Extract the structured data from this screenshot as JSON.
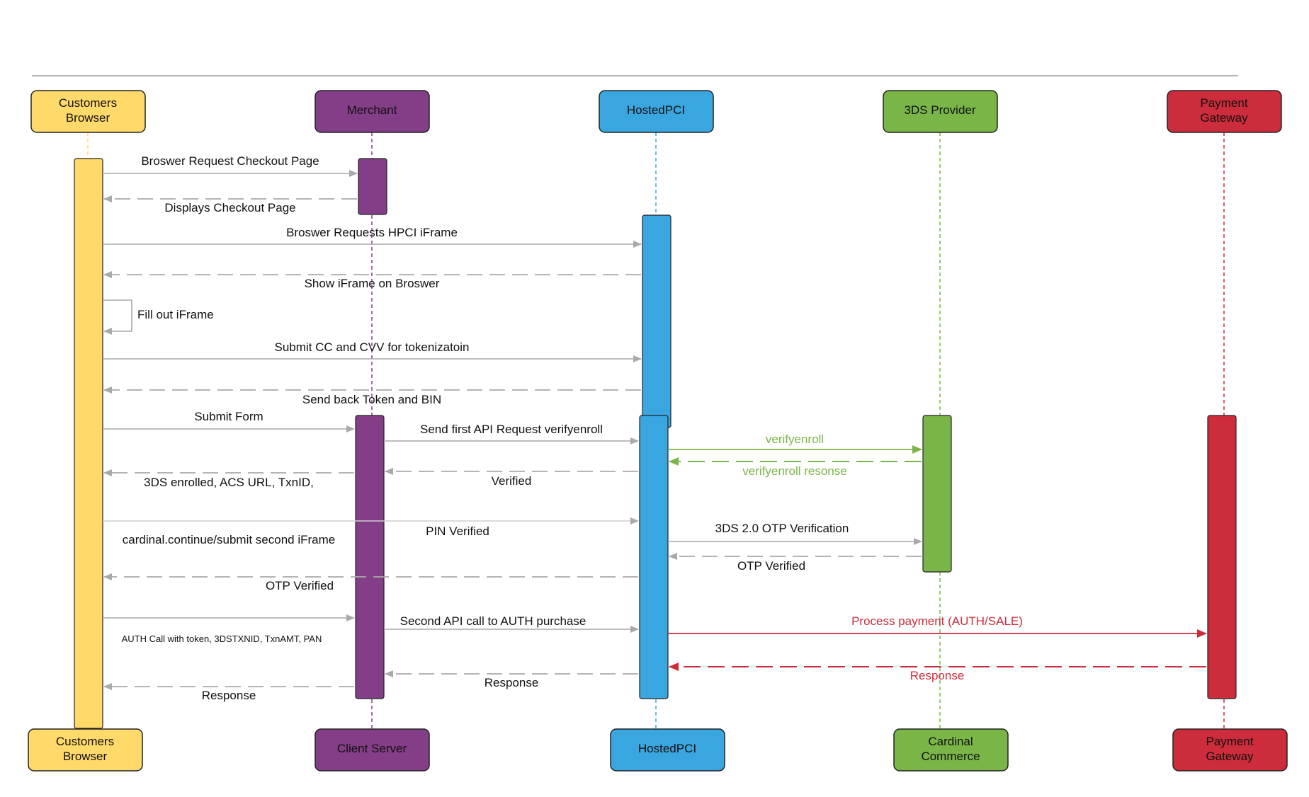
{
  "colors": {
    "browser": "#FFDA6B",
    "merchant": "#843E87",
    "hostedpci": "#3AA6DF",
    "threeds": "#7AB547",
    "gateway": "#CC2C3B",
    "arrow_gray": "#a9a9a9",
    "text": "#111111"
  },
  "participants": {
    "browser_top_line1": "Customers",
    "browser_top_line2": "Browser",
    "merchant_top": "Merchant",
    "hostedpci_top": "HostedPCI",
    "threeds_top": "3DS Provider",
    "gateway_top_line1": "Payment",
    "gateway_top_line2": "Gateway",
    "browser_bottom_line1": "Customers",
    "browser_bottom_line2": "Browser",
    "merchant_bottom": "Client Server",
    "hostedpci_bottom": "HostedPCI",
    "threeds_bottom_line1": "Cardinal",
    "threeds_bottom_line2": "Commerce",
    "gateway_bottom_line1": "Payment",
    "gateway_bottom_line2": "Gateway"
  },
  "messages": {
    "m1": "Broswer Request Checkout Page",
    "m2": "Displays Checkout Page",
    "m3": "Broswer Requests HPCI iFrame",
    "m4": "Show iFrame on Broswer",
    "m5": "Fill out iFrame",
    "m6": "Submit CC and CVV for tokenizatoin",
    "m7": "Send back Token and BIN",
    "m8": "Submit Form",
    "m9": "Send first API Request verifyenroll",
    "m10": "verifyenroll",
    "m11": "verifyenroll resonse",
    "m12": "3DS enrolled, ACS URL, TxnID,",
    "m13": "Verified",
    "m14": "PIN Verified",
    "m15": "cardinal.continue/submit second iFrame",
    "m16": "3DS 2.0 OTP Verification",
    "m17": "OTP Verified",
    "m18": "OTP Verified",
    "m19": "Second API call to AUTH purchase",
    "m20": "Process payment (AUTH/SALE)",
    "m21": "AUTH Call with token, 3DSTXNID, TxnAMT, PAN",
    "m22": "Response",
    "m23": "Response",
    "m24": "Response"
  }
}
